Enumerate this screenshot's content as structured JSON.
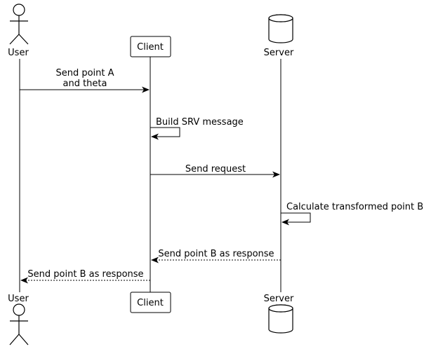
{
  "participants": {
    "user": {
      "label": "User",
      "type": "actor"
    },
    "client": {
      "label": "Client",
      "type": "participant"
    },
    "server": {
      "label": "Server",
      "type": "database"
    }
  },
  "messages": [
    {
      "from": "user",
      "to": "client",
      "lines": [
        "Send point A",
        "and theta"
      ],
      "style": "solid"
    },
    {
      "from": "client",
      "to": "client",
      "lines": [
        "Build SRV message"
      ],
      "style": "solid"
    },
    {
      "from": "client",
      "to": "server",
      "lines": [
        "Send request"
      ],
      "style": "solid"
    },
    {
      "from": "server",
      "to": "server",
      "lines": [
        "Calculate transformed point B"
      ],
      "style": "solid"
    },
    {
      "from": "server",
      "to": "client",
      "lines": [
        "Send point B as response"
      ],
      "style": "dashed"
    },
    {
      "from": "client",
      "to": "user",
      "lines": [
        "Send point B as response"
      ],
      "style": "dashed"
    }
  ]
}
